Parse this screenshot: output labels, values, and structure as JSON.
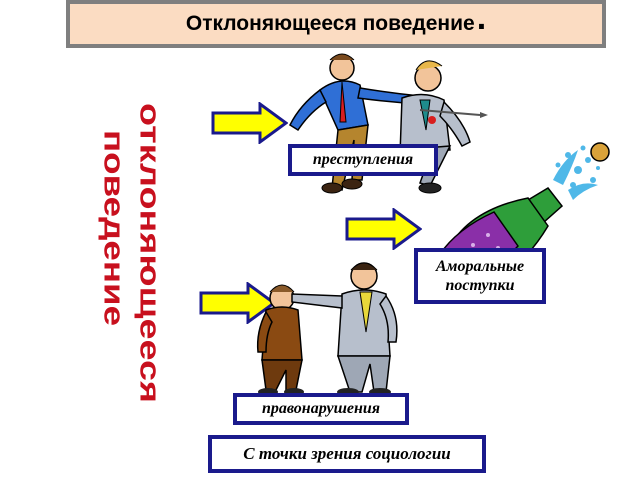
{
  "slide": {
    "title": "Отклоняющееся поведение",
    "title_dot": ".",
    "vertical_label": {
      "line1": "отклоняющееся",
      "line2": "поведение",
      "color": "#c8101e"
    },
    "boxes": {
      "crime": "преступления",
      "immoral": "Аморальные поступки",
      "offense": "правонарушения",
      "sociology": "С точки зрения социологии"
    },
    "colors": {
      "title_background": "#fbdcc2",
      "title_border": "#7f7f7f",
      "box_border": "#1a1a8c",
      "arrow_fill": "#ffff00",
      "arrow_outline": "#1a1a8c"
    }
  }
}
